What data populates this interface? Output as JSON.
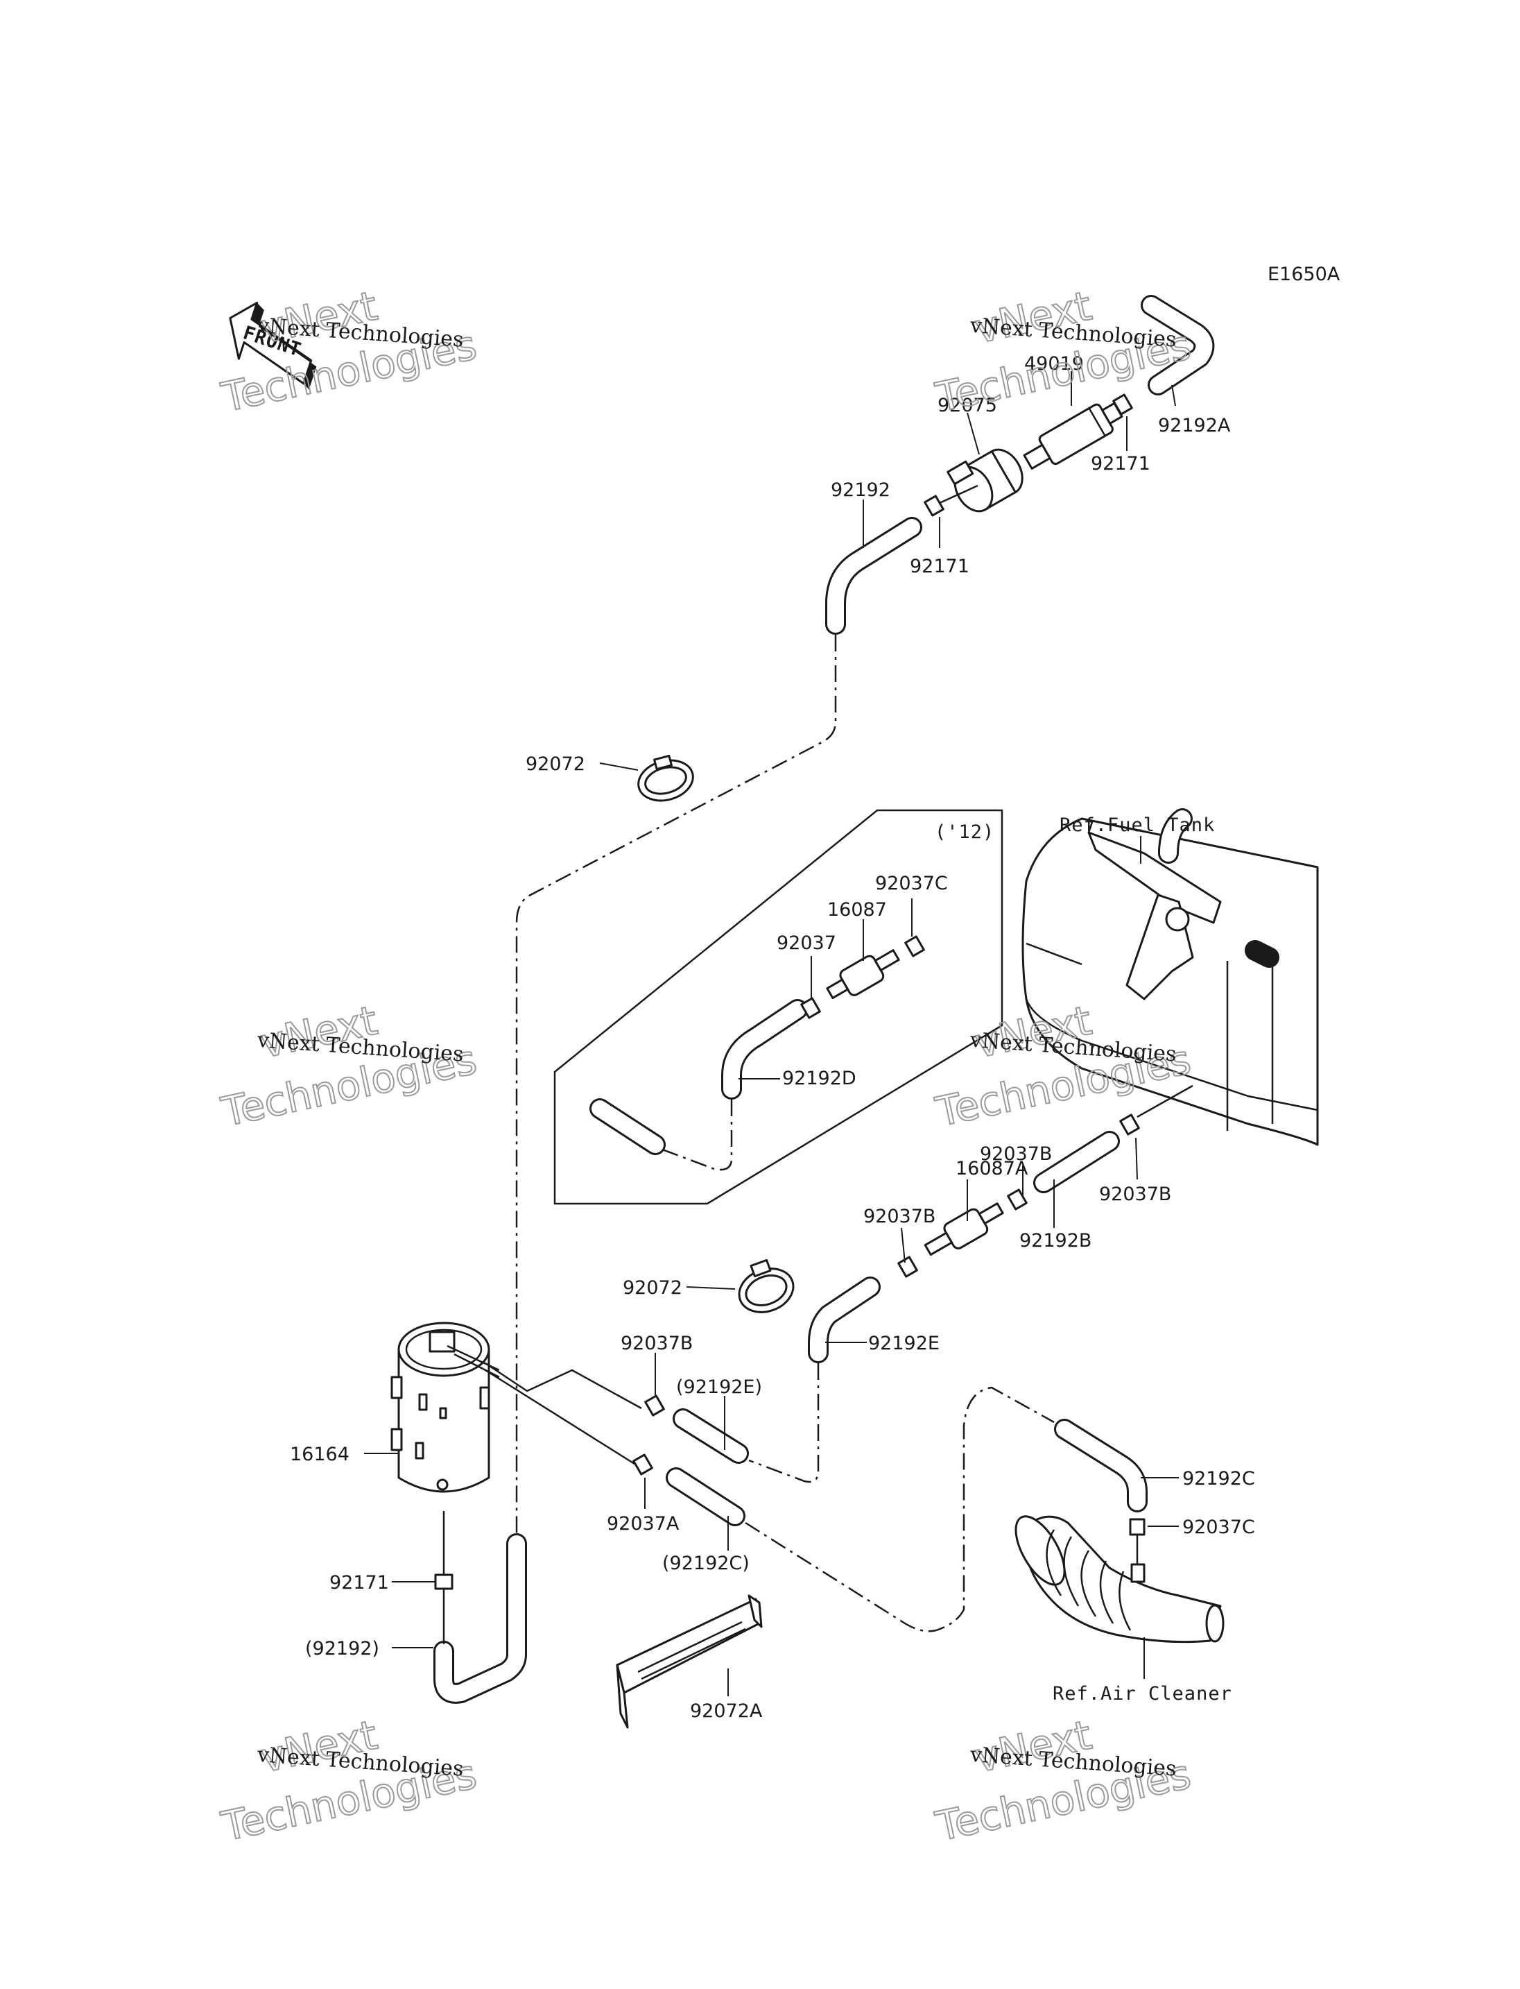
{
  "diagram_code": "E1650A",
  "front_label": "FRONT",
  "watermark": {
    "line1": "vNext Technologies",
    "line2": "vNext",
    "line3": "Technologies"
  },
  "ref_labels": {
    "fuel_tank": "Ref.Fuel Tank",
    "air_cleaner": "Ref.Air Cleaner"
  },
  "inset_label": "('12)",
  "parts": [
    "49019",
    "92075",
    "92171",
    "92192A",
    "92192",
    "92171",
    "92072",
    "92037C",
    "16087",
    "92037",
    "92192D",
    "92037B",
    "16087A",
    "92037B",
    "92192B",
    "92037B",
    "92072",
    "92192E",
    "92037B",
    "(92192E)",
    "16164",
    "92037A",
    "(92192C)",
    "92192C",
    "92037C",
    "92171",
    "(92192)",
    "92072A"
  ]
}
